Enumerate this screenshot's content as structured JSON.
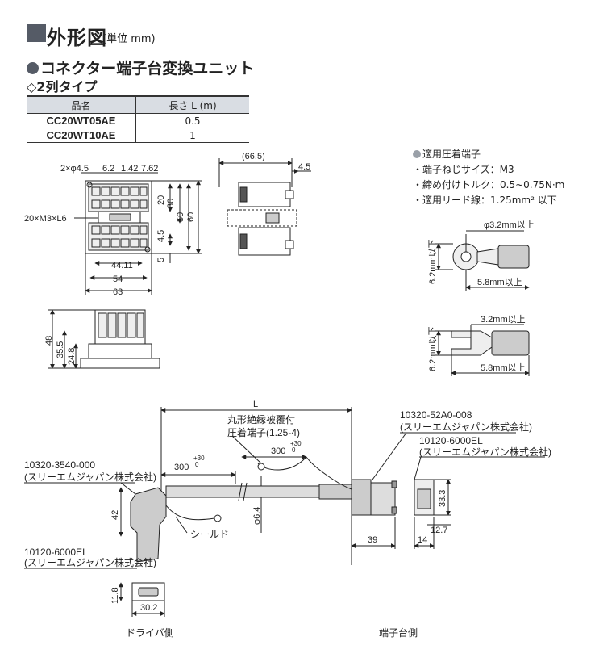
{
  "header": {
    "title": "外形図",
    "unit": "(単位 mm)"
  },
  "section": {
    "title": "コネクター端子台変換ユニット",
    "subtitle": "◇2列タイプ"
  },
  "spec_table": {
    "headers": [
      "品名",
      "長さ L (m)"
    ],
    "rows": [
      {
        "model": "CC20WT05AE",
        "length": "0.5"
      },
      {
        "model": "CC20WT10AE",
        "length": "1"
      }
    ]
  },
  "terminal_notes": {
    "title": "適用圧着端子",
    "items": [
      "・端子ねじサイズ：M3",
      "・締め付けトルク：0.5~0.75N·m",
      "・適用リード線：1.25mm² 以下"
    ]
  },
  "top_view": {
    "holes": "2×φ4.5",
    "screws": "20×M3×L6",
    "dims": {
      "d62": "6.2",
      "d142": "1.42",
      "d762": "7.62",
      "d20": "20",
      "d30": "30",
      "d50": "50",
      "d60": "60",
      "d45": "4.5",
      "d5": "5",
      "d4411": "44.11",
      "d54": "54",
      "d63": "63"
    }
  },
  "side_view": {
    "dims": {
      "d665": "(66.5)",
      "d45": "4.5"
    }
  },
  "front_view": {
    "dims": {
      "d48": "48",
      "d355": "35.5",
      "d248": "24.8"
    }
  },
  "ring_terminal": {
    "dia": "φ3.2mm以上",
    "width": "6.2mm以下",
    "length": "5.8mm以上"
  },
  "fork_terminal": {
    "gap": "3.2mm以上",
    "width": "6.2mm以下",
    "length": "5.8mm以上"
  },
  "cable": {
    "L": "L",
    "crimp_label_1": "丸形絶縁被覆付",
    "crimp_label_2": "圧着端子(1.25-4)",
    "len300": "300",
    "tol_plus": "+30",
    "tol_zero": "0",
    "left_part_1": "10320-3540-000",
    "left_maker_1": "(スリーエムジャパン株式会社)",
    "left_part_2": "10120-6000EL",
    "left_maker_2": "(スリーエムジャパン株式会社)",
    "right_part_1": "10320-52A0-008",
    "right_maker_1": "(スリーエムジャパン株式会社)",
    "right_part_2": "10120-6000EL",
    "right_maker_2": "(スリーエムジャパン株式会社)",
    "shield": "シールド",
    "d42": "42",
    "d64": "φ6.4",
    "d39": "39",
    "d14": "14",
    "d333": "33.3",
    "d127": "12.7",
    "d118": "11.8",
    "d302": "30.2",
    "caption_left": "ドライバ側",
    "caption_right": "端子台側"
  }
}
